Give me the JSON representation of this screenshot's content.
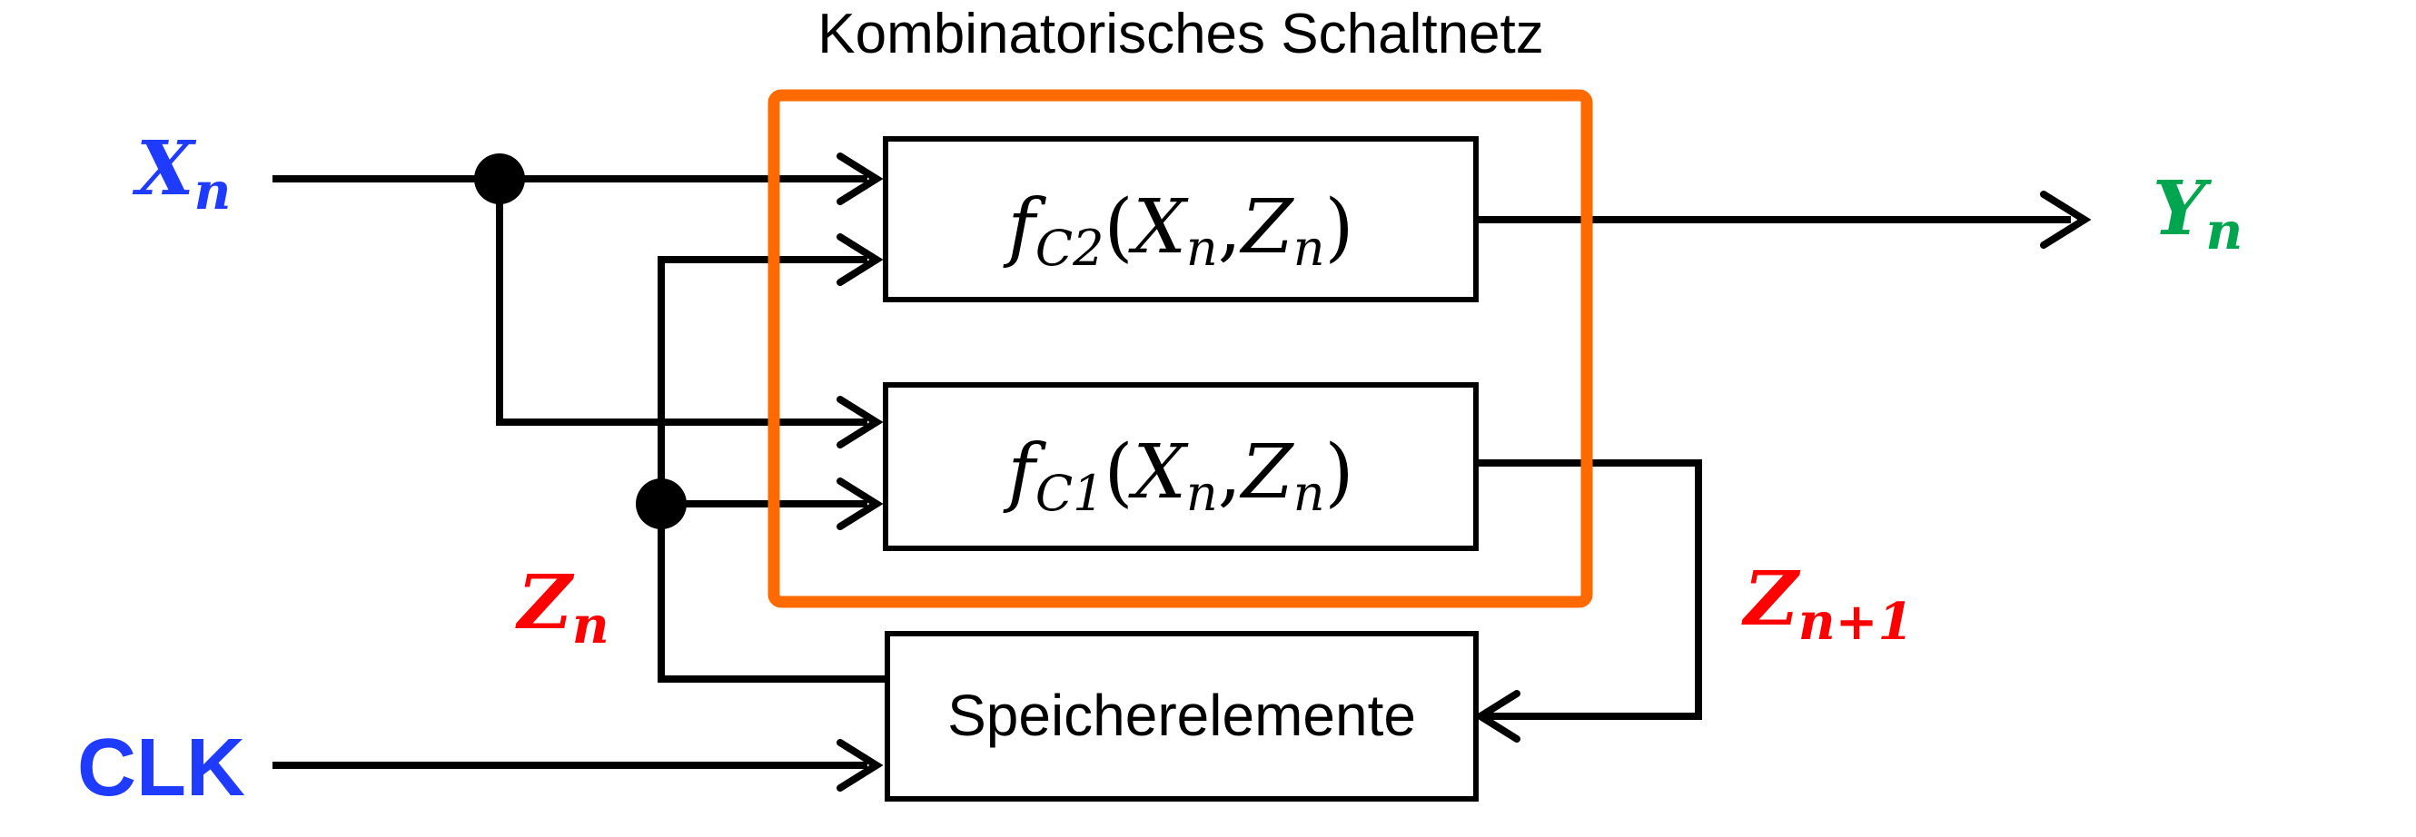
{
  "title": "Kombinatorisches Schaltnetz",
  "colors": {
    "frame": "#FF6A00",
    "input": "#1F3BFF",
    "output": "#00A64F",
    "state": "#FF0000",
    "line": "#000000"
  },
  "inputs": {
    "x": {
      "symbol": "X",
      "sub": "n"
    },
    "clk": {
      "label": "CLK"
    }
  },
  "output": {
    "symbol": "Y",
    "sub": "n"
  },
  "state": {
    "current": {
      "symbol": "Z",
      "sub": "n"
    },
    "next": {
      "symbol": "Z",
      "sub": "n+1"
    }
  },
  "blocks": {
    "fc2": {
      "fn": "f",
      "fn_sub": "C2",
      "open": "(",
      "arg1": "X",
      "arg1_sub": "n",
      "comma": ",",
      "arg2": "Z",
      "arg2_sub": "n",
      "close": ")"
    },
    "fc1": {
      "fn": "f",
      "fn_sub": "C1",
      "open": "(",
      "arg1": "X",
      "arg1_sub": "n",
      "comma": ",",
      "arg2": "Z",
      "arg2_sub": "n",
      "close": ")"
    },
    "memory": {
      "label": "Speicherelemente"
    }
  }
}
